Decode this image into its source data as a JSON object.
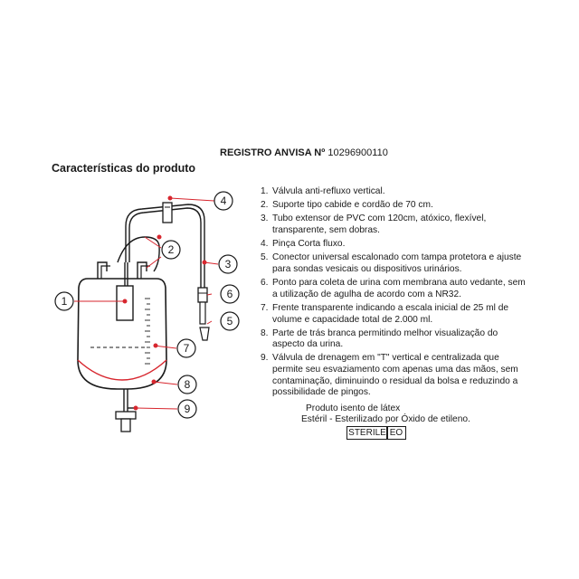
{
  "registro": {
    "label": "REGISTRO ANVISA Nº",
    "number": "10296900110"
  },
  "title": "Características do produto",
  "callouts": [
    "1",
    "2",
    "3",
    "4",
    "5",
    "6",
    "7",
    "8",
    "9"
  ],
  "features": [
    {
      "num": "1.",
      "text": "Válvula anti-refluxo vertical."
    },
    {
      "num": "2.",
      "text": "Suporte tipo cabide e cordão de 70 cm."
    },
    {
      "num": "3.",
      "text": "Tubo extensor de PVC com 120cm, atóxico, flexível, transparente, sem dobras."
    },
    {
      "num": "4.",
      "text": "Pinça Corta fluxo."
    },
    {
      "num": "5.",
      "text": "Conector universal escalonado com tampa protetora e ajuste para sondas vesicais ou dispositivos urinários."
    },
    {
      "num": "6.",
      "text": "Ponto para coleta de urina com membrana auto vedante, sem a utilização de agulha de acordo com a NR32."
    },
    {
      "num": "7.",
      "text": "Frente transparente indicando a escala inicial de 25 ml de volume e capacidade total de 2.000 ml."
    },
    {
      "num": "8.",
      "text": "Parte de trás branca permitindo melhor visualização do aspecto da urina."
    },
    {
      "num": "9.",
      "text": "Válvula de drenagem em \"T\" vertical e centralizada que permite seu esvaziamento com apenas uma das mãos, sem contaminação, diminuindo o residual da bolsa e reduzindo a possibilidade de pingos."
    }
  ],
  "footer": {
    "latex": "Produto isento de látex",
    "esteril": "Estéril - Esterilizado por Óxido de etileno.",
    "sterile_badge": "STERILE",
    "eo_badge": "EO"
  },
  "colors": {
    "accent_red": "#d7262e",
    "ink": "#1a1a1a"
  }
}
